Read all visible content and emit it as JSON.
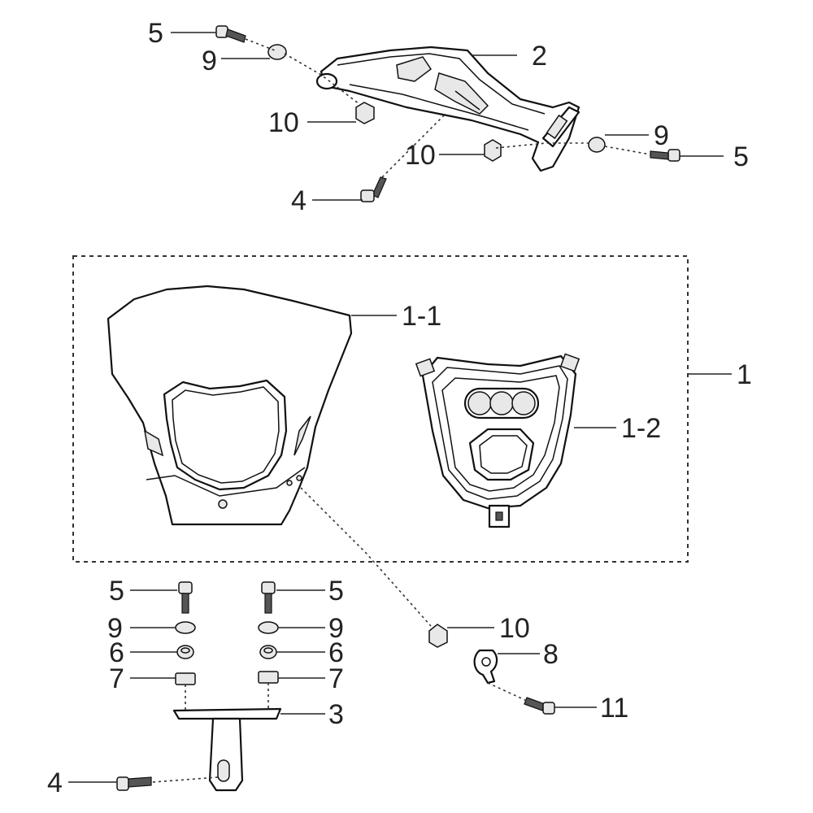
{
  "callouts": [
    {
      "id": "c-5-top",
      "text": "5"
    },
    {
      "id": "c-9-top",
      "text": "9"
    },
    {
      "id": "c-2",
      "text": "2"
    },
    {
      "id": "c-10-top",
      "text": "10"
    },
    {
      "id": "c-9-right",
      "text": "9"
    },
    {
      "id": "c-10-mid",
      "text": "10"
    },
    {
      "id": "c-5-right",
      "text": "5"
    },
    {
      "id": "c-4-top",
      "text": "4"
    },
    {
      "id": "c-1-1",
      "text": "1-1"
    },
    {
      "id": "c-1",
      "text": "1"
    },
    {
      "id": "c-1-2",
      "text": "1-2"
    },
    {
      "id": "c-5-bl",
      "text": "5"
    },
    {
      "id": "c-5-br",
      "text": "5"
    },
    {
      "id": "c-9-bl",
      "text": "9"
    },
    {
      "id": "c-9-br",
      "text": "9"
    },
    {
      "id": "c-6-l",
      "text": "6"
    },
    {
      "id": "c-6-r",
      "text": "6"
    },
    {
      "id": "c-7-l",
      "text": "7"
    },
    {
      "id": "c-7-r",
      "text": "7"
    },
    {
      "id": "c-3",
      "text": "3"
    },
    {
      "id": "c-4-bottom",
      "text": "4"
    },
    {
      "id": "c-10-br",
      "text": "10"
    },
    {
      "id": "c-8",
      "text": "8"
    },
    {
      "id": "c-11",
      "text": "11"
    }
  ]
}
